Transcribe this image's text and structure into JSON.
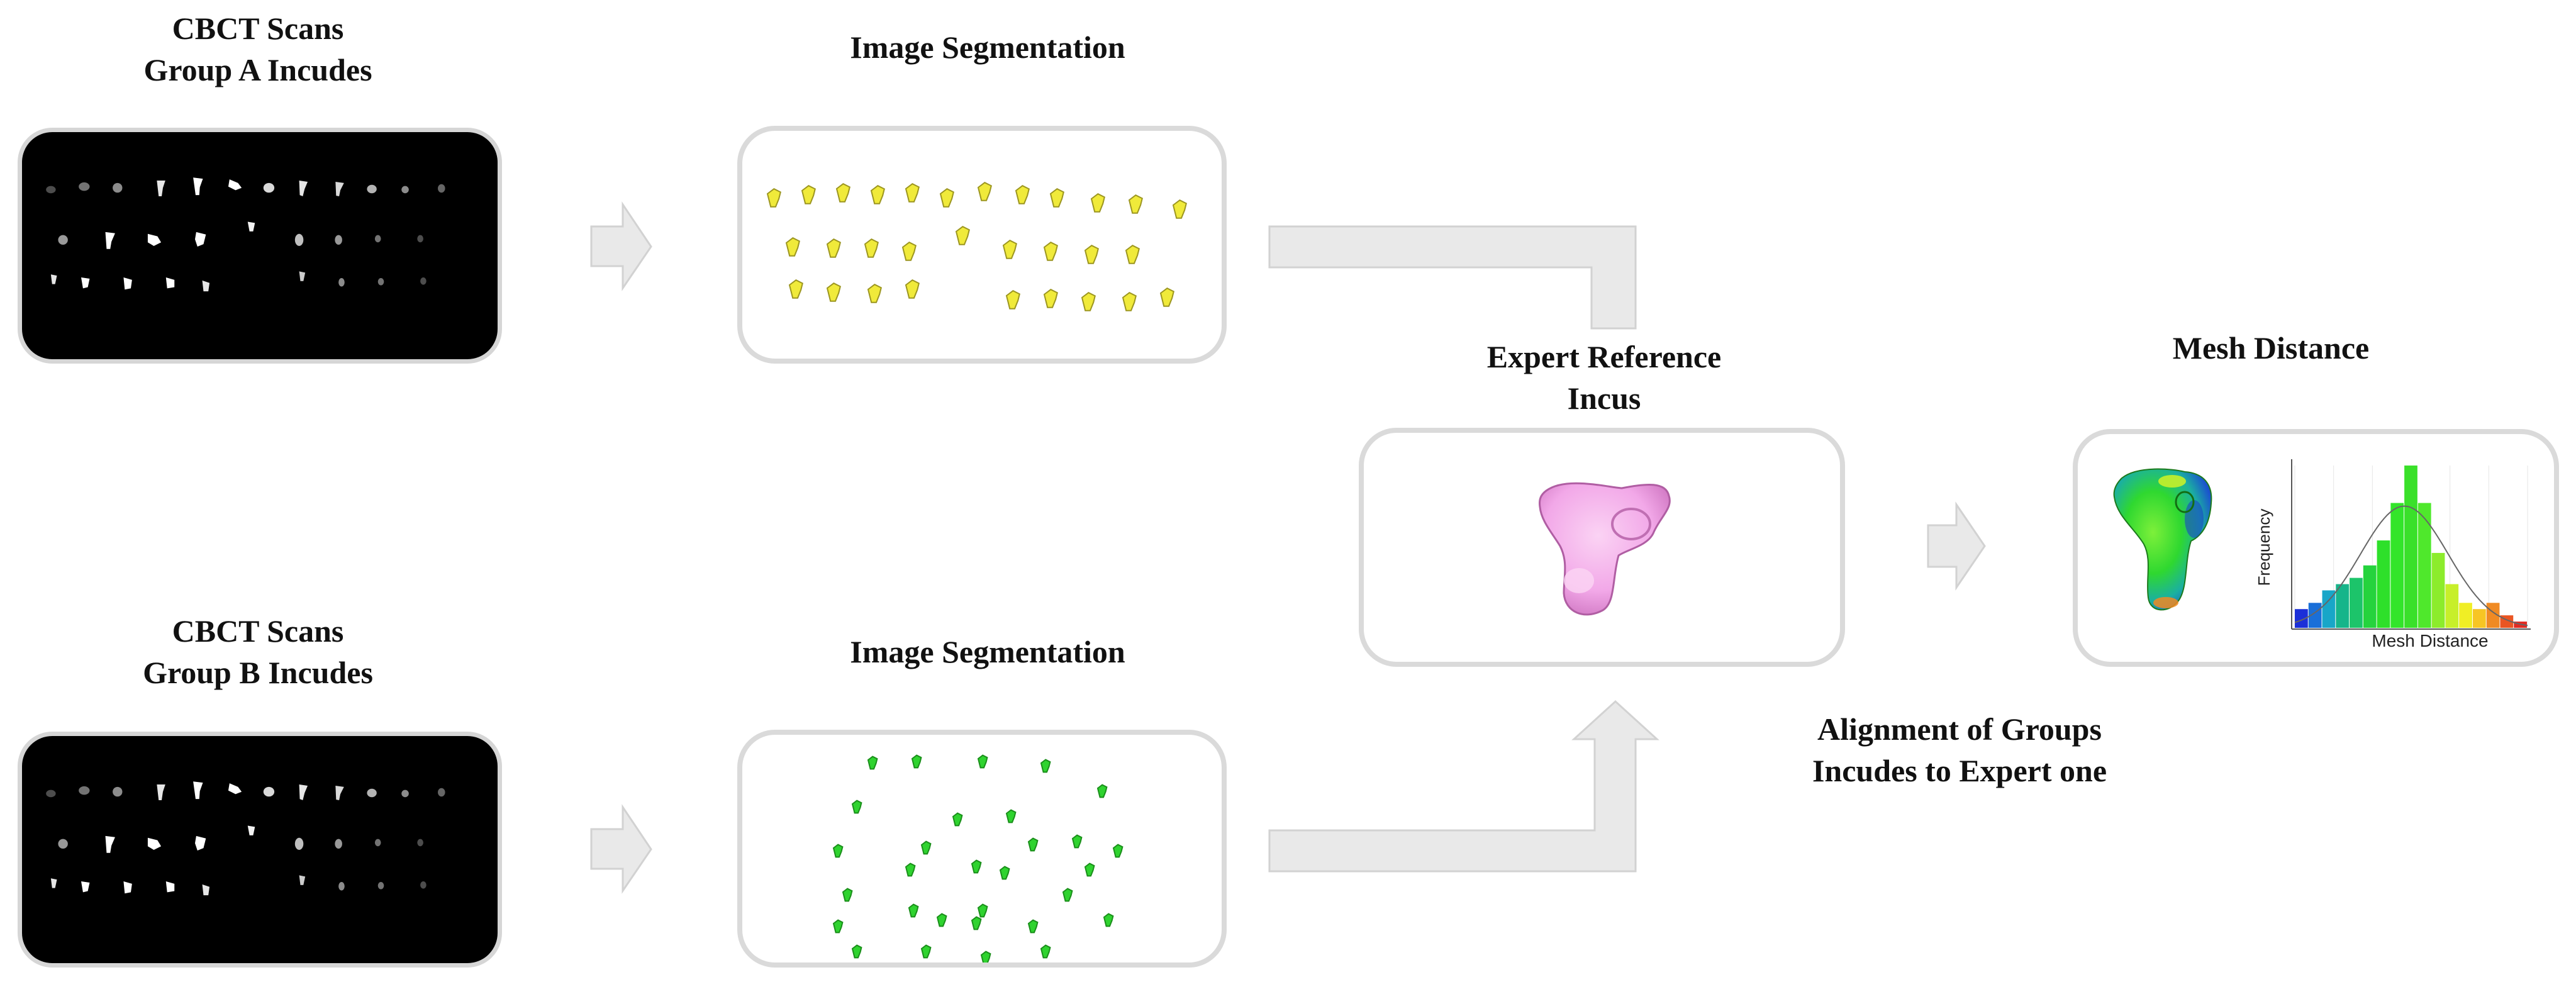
{
  "group_a": {
    "title_line1": "CBCT Scans",
    "title_line2": "Group A Incudes",
    "segmentation_title": "Image Segmentation",
    "segment_color": "#f0ea3a"
  },
  "group_b": {
    "title_line1": "CBCT Scans",
    "title_line2": "Group B Incudes",
    "segmentation_title": "Image Segmentation",
    "segment_color": "#2fd32f"
  },
  "reference": {
    "title_line1": "Expert Reference",
    "title_line2": "Incus",
    "color": "#f2a8e8"
  },
  "alignment": {
    "line1": "Alignment of Groups",
    "line2": "Incudes to Expert one"
  },
  "mesh": {
    "title": "Mesh Distance"
  },
  "chart_data": {
    "type": "bar",
    "xlabel": "Mesh Distance",
    "ylabel": "Frequency",
    "values": [
      3,
      4,
      6,
      7,
      8,
      10,
      14,
      20,
      26,
      20,
      12,
      7,
      4,
      3,
      4,
      2,
      1
    ],
    "bar_colors": [
      "#1b2fd8",
      "#1a6fd8",
      "#18a6c8",
      "#16b58a",
      "#1cc46a",
      "#25d33d",
      "#2ee02a",
      "#33e52a",
      "#3ae02a",
      "#4fe82c",
      "#8cec2c",
      "#c7ef2a",
      "#f0ee25",
      "#f7c524",
      "#f08a23",
      "#ea5522",
      "#e22b22"
    ],
    "fit_curve": "normal",
    "grid": true
  }
}
